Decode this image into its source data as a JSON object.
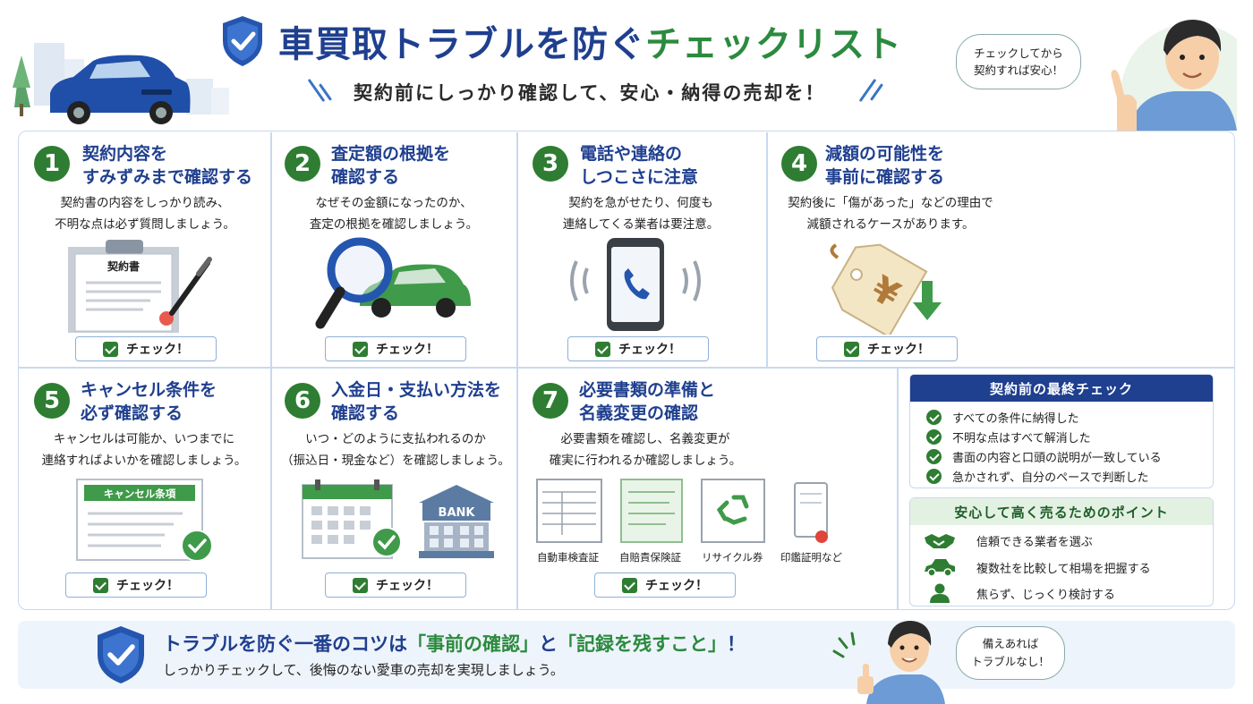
{
  "header": {
    "title_main": "車買取トラブルを防ぐ",
    "title_accent": "チェックリスト",
    "subtitle": "契約前にしっかり確認して、安心・納得の売却を！",
    "speech": [
      "チェックしてから",
      "契約すれば安心！"
    ]
  },
  "check_label": "チェック！",
  "items": [
    {
      "num": "1",
      "title": [
        "契約内容を",
        "すみずみまで確認する"
      ],
      "desc": [
        "契約書の内容をしっかり読み、",
        "不明な点は必ず質問しましょう。"
      ],
      "illus_text": "契約書",
      "icon": "contract-icon"
    },
    {
      "num": "2",
      "title": [
        "査定額の根拠を",
        "確認する"
      ],
      "desc": [
        "なぜその金額になったのか、",
        "査定の根拠を確認しましょう。"
      ],
      "icon": "magnifier-car-icon"
    },
    {
      "num": "3",
      "title": [
        "電話や連絡の",
        "しつこさに注意"
      ],
      "desc": [
        "契約を急がせたり、何度も",
        "連絡してくる業者は要注意。"
      ],
      "icon": "phone-icon"
    },
    {
      "num": "4",
      "title": [
        "減額の可能性を",
        "事前に確認する"
      ],
      "desc": [
        "契約後に「傷があった」などの理由で",
        "減額されるケースがあります。"
      ],
      "illus_text": "¥",
      "icon": "price-tag-down-icon"
    },
    {
      "num": "5",
      "title": [
        "キャンセル条件を",
        "必ず確認する"
      ],
      "desc": [
        "キャンセルは可能か、いつまでに",
        "連絡すればよいかを確認しましょう。"
      ],
      "illus_text": "キャンセル条項",
      "icon": "cancel-clause-icon"
    },
    {
      "num": "6",
      "title": [
        "入金日・支払い方法を",
        "確認する"
      ],
      "desc": [
        "いつ・どのように支払われるのか",
        "（振込日・現金など）を確認しましょう。"
      ],
      "illus_text": "BANK",
      "icon": "calendar-bank-icon"
    },
    {
      "num": "7",
      "title": [
        "必要書類の準備と",
        "名義変更の確認"
      ],
      "desc": [
        "必要書類を確認し、名義変更が",
        "確実に行われるか確認しましょう。"
      ],
      "docs": [
        "自動車検査証",
        "自賠責保険証",
        "リサイクル券",
        "印鑑証明など"
      ],
      "icon": "documents-icon"
    }
  ],
  "final_check": {
    "title": "契約前の最終チェック",
    "items": [
      "すべての条件に納得した",
      "不明な点はすべて解消した",
      "書面の内容と口頭の説明が一致している",
      "急かされず、自分のペースで判断した"
    ]
  },
  "points": {
    "title": "安心して高く売るためのポイント",
    "items": [
      {
        "icon": "handshake-icon",
        "text": "信頼できる業者を選ぶ"
      },
      {
        "icon": "car-icon",
        "text": "複数社を比較して相場を把握する"
      },
      {
        "icon": "person-icon",
        "text": "焦らず、じっくり検討する"
      }
    ]
  },
  "footer": {
    "main_prefix": "トラブルを防ぐ一番のコツは",
    "main_q1": "「事前の確認」",
    "main_mid": "と",
    "main_q2": "「記録を残すこと」",
    "main_suffix": "！",
    "sub": "しっかりチェックして、後悔のない愛車の売却を実現しましょう。",
    "speech": [
      "備えあれば",
      "トラブルなし！"
    ]
  },
  "colors": {
    "navy": "#1f3f8f",
    "green": "#2e7d32",
    "border": "#c9d8ee"
  }
}
